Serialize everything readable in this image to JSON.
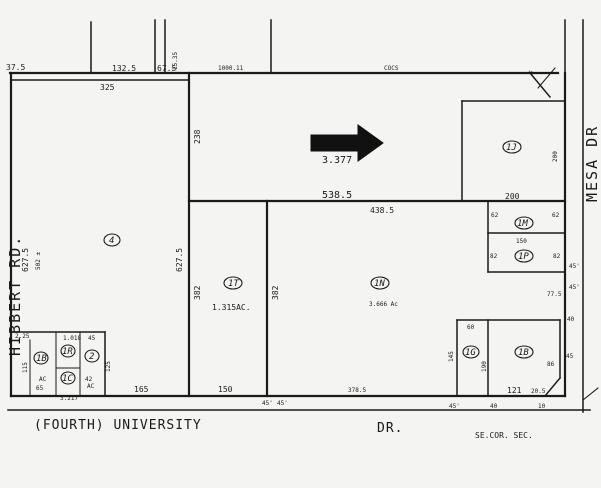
{
  "roads": {
    "hibbert_rd": "HIBBERT RD.",
    "university_dr_left": "(FOURTH) UNIVERSITY",
    "university_dr_right": "DR.",
    "mesa_dr": "MESA DR",
    "corner_note": "SE.COR. SEC."
  },
  "parcels": {
    "p4": "4",
    "p1t": "1T",
    "p1t_area": "1.315AC.",
    "p1n": "1N",
    "p1n_area": "3.666 Ac",
    "p1j": "1J",
    "p1m": "1M",
    "p1p": "1P",
    "p1g": "1G",
    "p1b": "1B",
    "p1b_small": "1B",
    "p2": "2",
    "p1c": "1C",
    "p1r": "1R",
    "p3": "3.377"
  },
  "dimensions": {
    "top_1325": "132.5",
    "top_675": "67.5",
    "top_1535": "15.35",
    "top_right": "1000.11",
    "top_375": "37.5",
    "top_mid": "COCS",
    "top_5": "5",
    "seg_325": "325",
    "left_6275": "627.5",
    "left_502": "502 ±",
    "v_238": "238",
    "v_6275": "627.5",
    "mid_5385": "538.5",
    "mid_4385": "438.5",
    "right_200v": "200",
    "right_200h": "200",
    "m_62a": "62",
    "m_62b": "62",
    "p_150": "150",
    "p_82a": "82",
    "p_82b": "82",
    "r_45a": "45'",
    "r_45b": "45'",
    "r_775": "77.5",
    "r_40": "40",
    "v_382a": "382",
    "v_382b": "382",
    "g_60": "60",
    "g_145": "145",
    "g_190": "190",
    "g_86": "86",
    "g_45": "45",
    "g_121": "121",
    "g_cut": "20.5",
    "b_165": "165",
    "b_150": "150",
    "b_3785": "378.5",
    "b_45a": "45'",
    "b_45b": "45'",
    "b_45c": "45'",
    "b_40": "40",
    "b_10": "10",
    "sm_45": "45",
    "sm_125": "125",
    "sm_65": "65",
    "sm_115": "115",
    "sm_ac": "AC",
    "sm_42": "42",
    "sm_ac2": "AC",
    "sm_25": "2.25",
    "sm_top": "1.018",
    "sm_3": "3.217"
  }
}
